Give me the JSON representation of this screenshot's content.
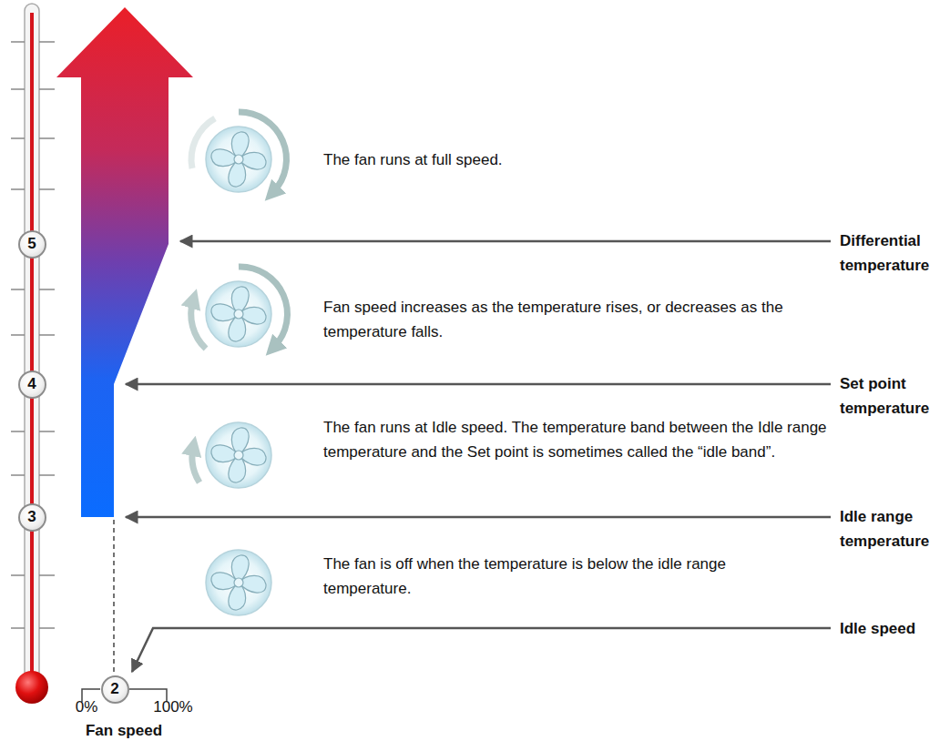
{
  "diagram": {
    "nodes": [
      {
        "text": [
          "5"
        ]
      },
      {
        "text": [
          "4"
        ]
      },
      {
        "text": [
          "3"
        ]
      },
      {
        "text": [
          "2"
        ]
      }
    ],
    "labels": [
      "The fan runs at full speed.",
      "Fan speed increases as the temperature rises, or decreases as the temperature falls.",
      "The fan runs at Idle speed. The temperature band between the Idle range temperature and the Set point is sometimes called the “idle band”.",
      "The fan is off when the temperature is below the idle range temperature.",
      "Differential temperature",
      "Set point temperature",
      "Idle range temperature",
      "Idle speed",
      "0%",
      "100%",
      "Fan speed"
    ]
  }
}
